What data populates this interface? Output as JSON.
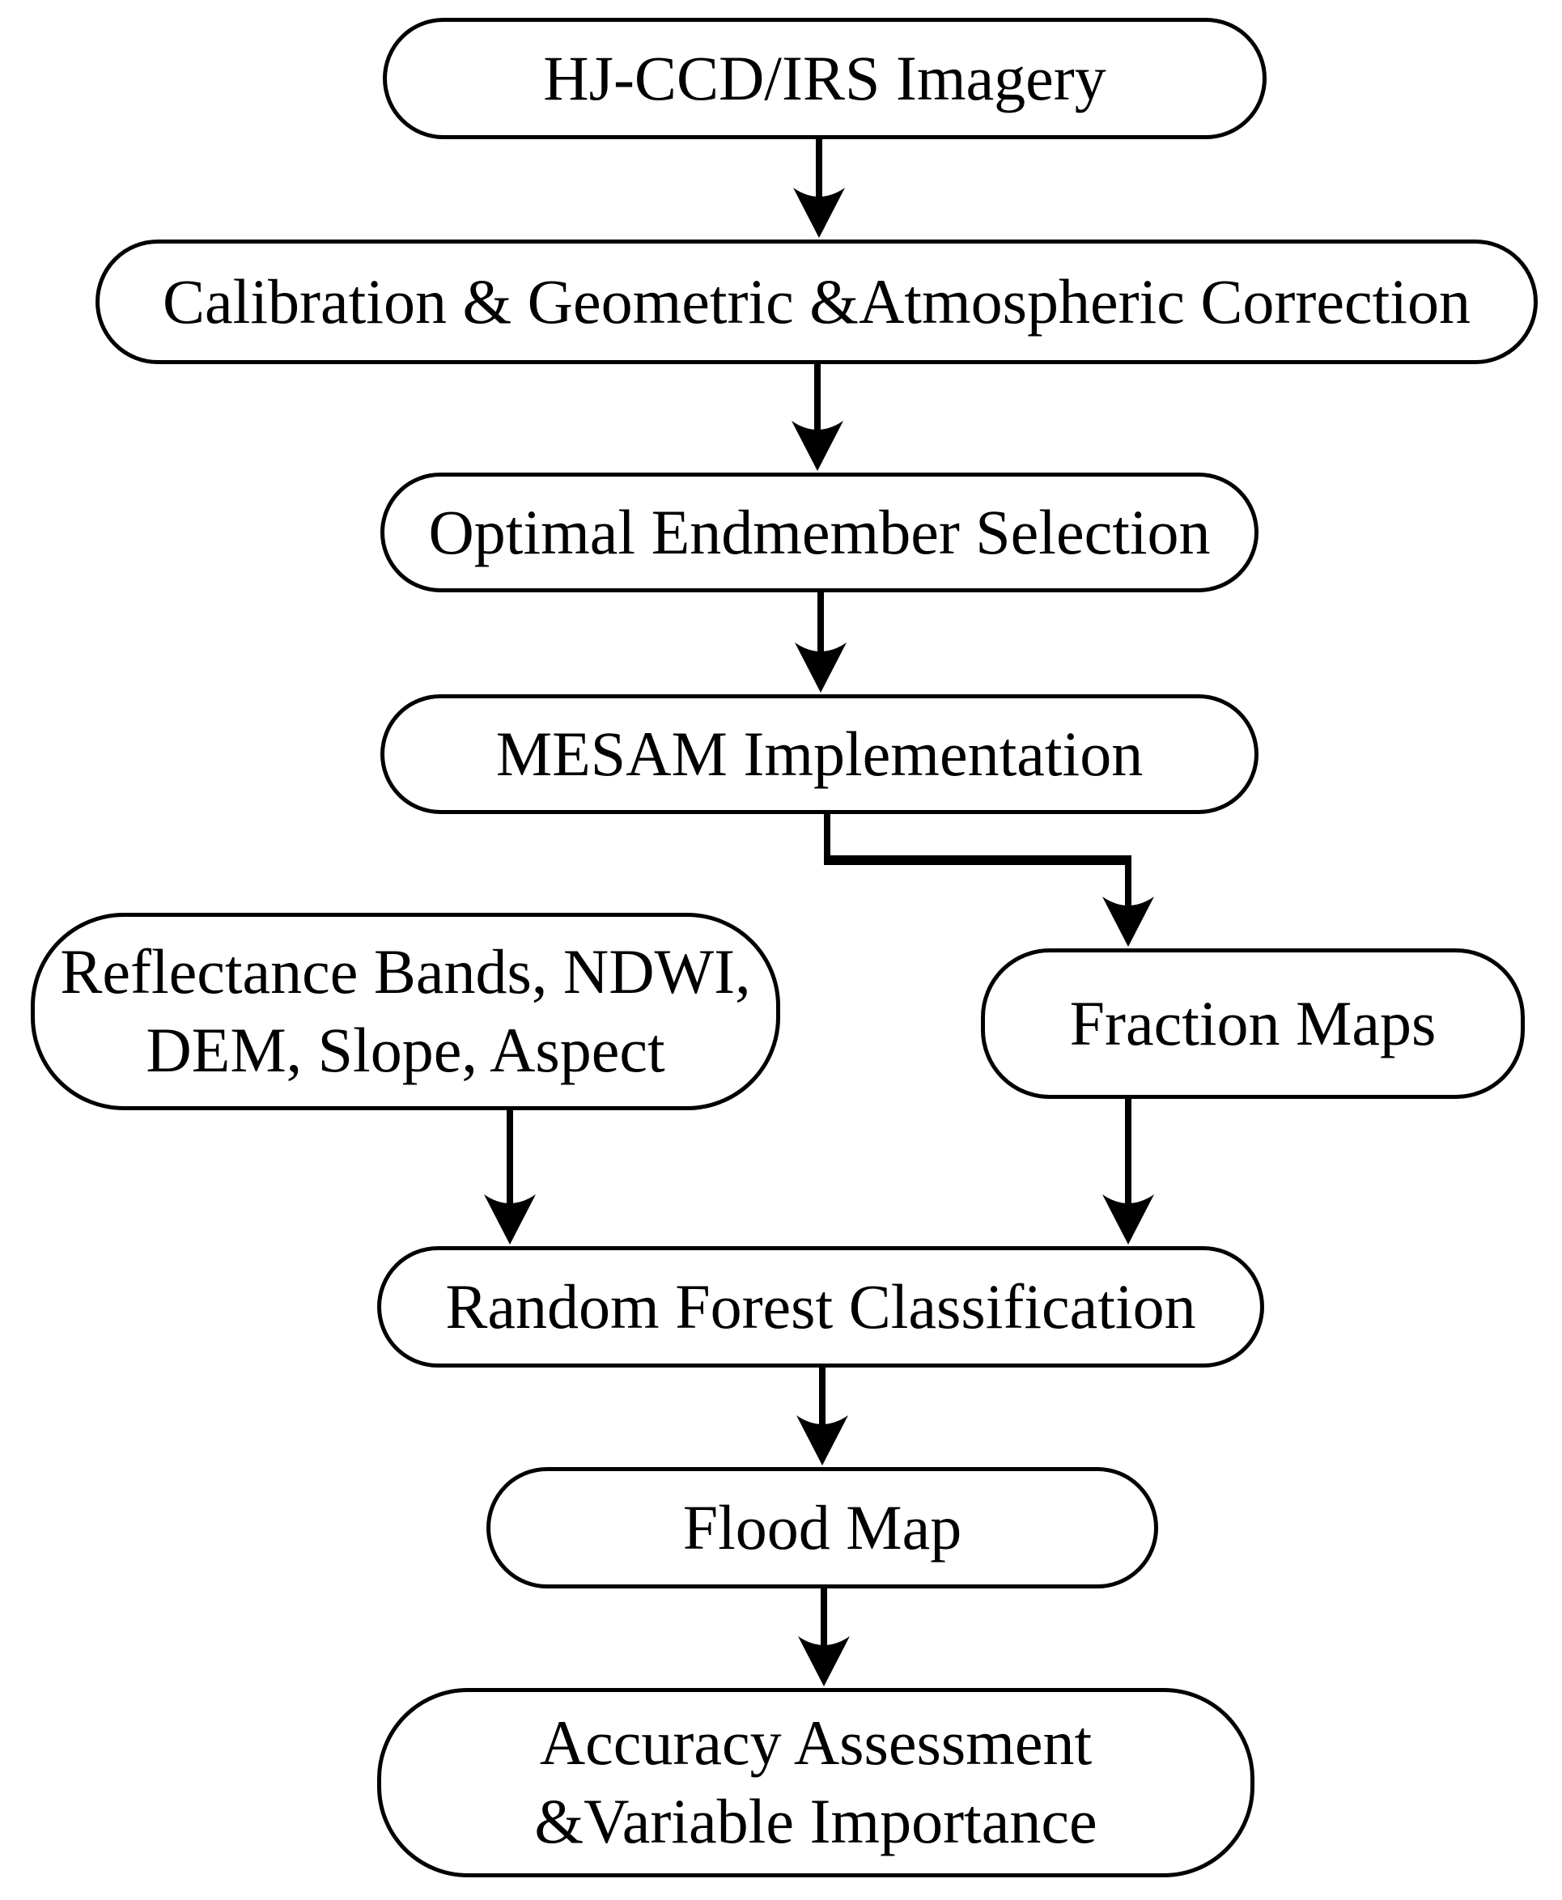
{
  "diagram": {
    "type": "flowchart",
    "colors": {
      "stroke": "#000000",
      "node_fill": "#ffffff",
      "background": "#ffffff",
      "text": "#000000"
    },
    "nodes": {
      "imagery": {
        "label": "HJ-CCD/IRS Imagery"
      },
      "calibration": {
        "label": "Calibration & Geometric &Atmospheric Correction"
      },
      "endmember": {
        "label": "Optimal Endmember Selection"
      },
      "mesam": {
        "label": "MESAM Implementation"
      },
      "reflectance": {
        "line1": "Reflectance Bands, NDWI,",
        "line2": "DEM, Slope, Aspect"
      },
      "fraction": {
        "label": "Fraction Maps"
      },
      "random_forest": {
        "label": "Random Forest Classification"
      },
      "flood_map": {
        "label": "Flood Map"
      },
      "accuracy": {
        "line1": "Accuracy Assessment",
        "line2": "&Variable Importance"
      }
    },
    "edges": [
      {
        "from": "imagery",
        "to": "calibration"
      },
      {
        "from": "calibration",
        "to": "endmember"
      },
      {
        "from": "endmember",
        "to": "mesam"
      },
      {
        "from": "mesam",
        "to": "fraction"
      },
      {
        "from": "reflectance",
        "to": "random_forest"
      },
      {
        "from": "fraction",
        "to": "random_forest"
      },
      {
        "from": "random_forest",
        "to": "flood_map"
      },
      {
        "from": "flood_map",
        "to": "accuracy"
      }
    ]
  }
}
